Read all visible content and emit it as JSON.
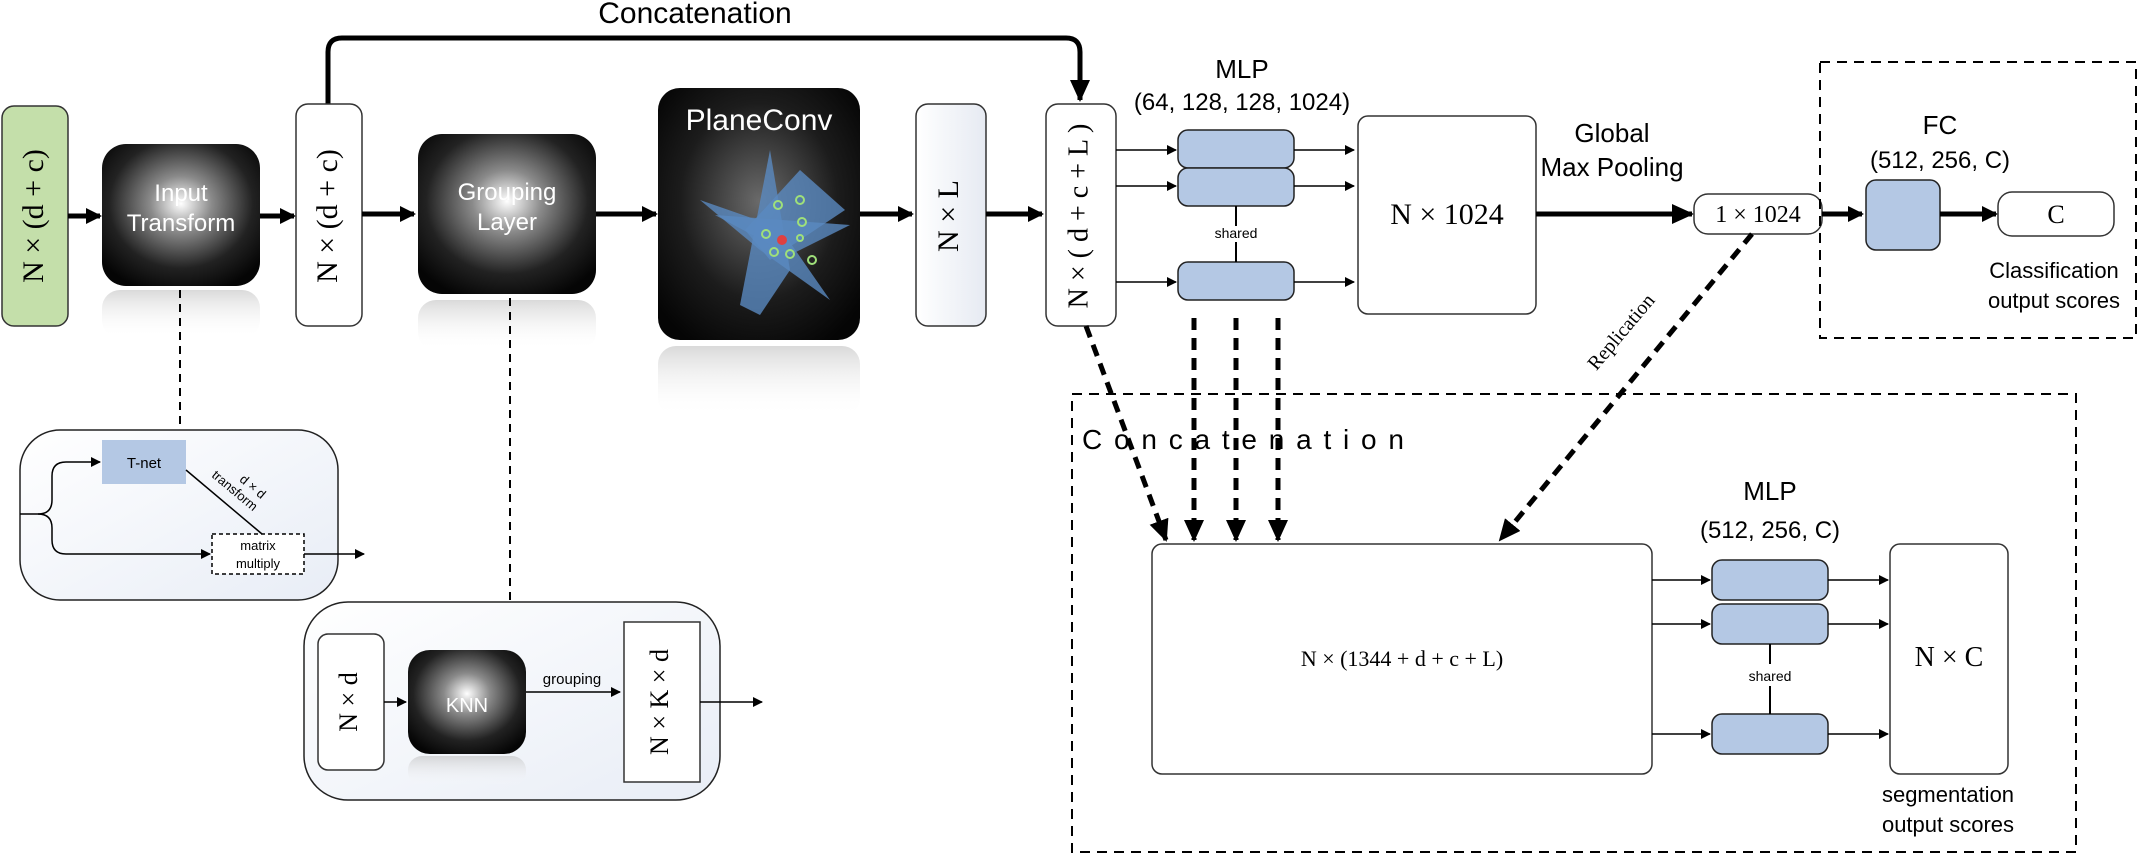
{
  "labels": {
    "concat_top": "Concatenation",
    "input_box": "N × (d + c)",
    "input_transform_1": "Input",
    "input_transform_2": "Transform",
    "nx_dc": "N × (d + c)",
    "grouping_1": "Grouping",
    "grouping_2": "Layer",
    "planeconv": "PlaneConv",
    "nxl": "N × L",
    "concat_box": "N × ( d + c + L )",
    "mlp1_title": "MLP",
    "mlp1_dims": "(64, 128, 128, 1024)",
    "shared": "shared",
    "n1024": "N × 1024",
    "global_1": "Global",
    "global_2": "Max Pooling",
    "one1024": "1 × 1024",
    "fc_title": "FC",
    "fc_dims": "(512, 256, C)",
    "c_box": "C",
    "class_1": "Classification",
    "class_2": "output scores",
    "replication": "Replication",
    "concat_spaced": "C o n c a t e n a t i o n",
    "big_box": "N × (1344 + d + c + L)",
    "mlp2_title": "MLP",
    "mlp2_dims": "(512, 256, C)",
    "shared2": "shared",
    "nc": "N × C",
    "seg_1": "segmentation",
    "seg_2": "output scores",
    "tnet": "T-net",
    "dxd": "d × d",
    "transform": "transform",
    "matrix": "matrix",
    "multiply": "multiply",
    "nxd": "N × d",
    "knn": "KNN",
    "grouping": "grouping",
    "nkd": "N × K × d"
  },
  "colors": {
    "input_fill": "#c4dfaa",
    "mlp_fill": "#b4c8e4",
    "dark_box": "#111111",
    "plane_blue": "#5a8ac0"
  }
}
